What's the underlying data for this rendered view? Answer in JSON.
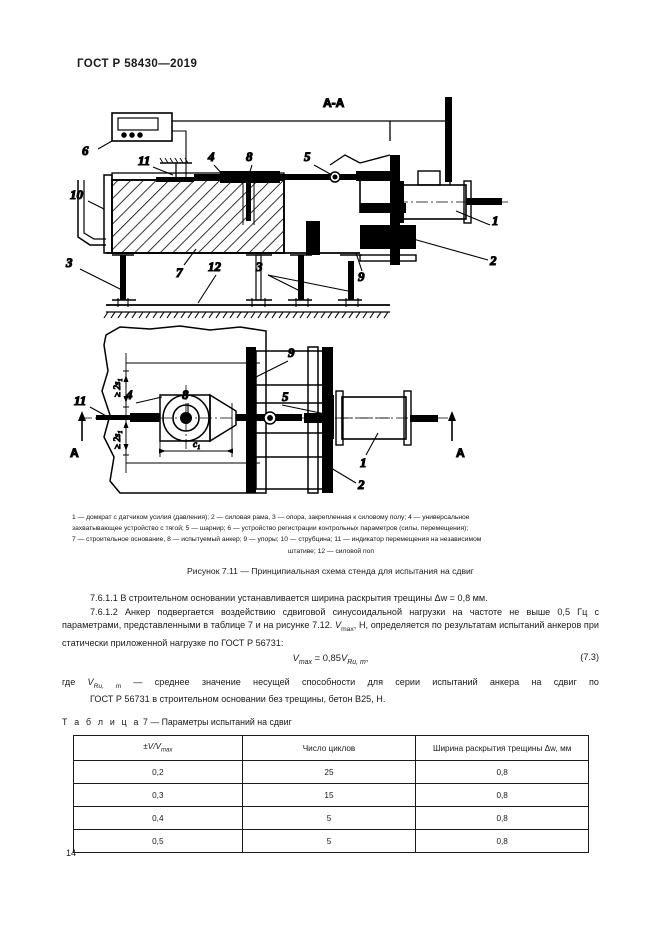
{
  "header": {
    "standard": "ГОСТ Р 58430—2019"
  },
  "figure": {
    "section_label": "A-A",
    "callouts": [
      "1",
      "2",
      "3",
      "4",
      "5",
      "6",
      "7",
      "8",
      "9",
      "10",
      "11",
      "12"
    ],
    "plan_callouts": [
      "1",
      "2",
      "4",
      "5",
      "8",
      "9",
      "11"
    ],
    "section_marks": [
      "A",
      "A"
    ],
    "dimensions": {
      "vertical_upper": "≥ 2s",
      "vertical_upper_sub": "1",
      "vertical_lower": "≥ 2s",
      "vertical_lower_sub": "1",
      "horizontal": "c",
      "horizontal_sub": "1"
    },
    "legend_line1": "1 — домкрат с датчиком усилия (давления); 2 — силовая рама, 3 — опора, закрепленная к силовому полу; 4 — универсальное",
    "legend_line2": "захватывающее устройство с тягой; 5 — шарнир; 6 — устройство регистрации контрольных параметров (силы, перемещения);",
    "legend_line3": "7 — строительное основание, 8 — испытуемый анкер; 9 — упоры; 10 — струбцина; 11 — индикатор перемещения на независимом",
    "legend_line4": "штативе; 12 — силовой поп",
    "title": "Рисунок 7.11 — Принципиальная схема стенда для испытания на сдвиг"
  },
  "body": {
    "p1": "7.6.1.1 В строительном основании устанавливается ширина раскрытия трещины Δw = 0,8 мм.",
    "p2_a": "7.6.1.2 Анкер подвергается воздействию сдвиговой синусоидальной нагрузки на частоте не выше 0,5 Гц с параметрами, представленными в таблице 7 и на рисунке 7.12. ",
    "p2_v": "V",
    "p2_vsub": "max",
    "p2_b": ", Н, определяется по результатам испытаний анкеров при статически приложенной нагрузке по ГОСТ Р 56731:",
    "formula_left": "V",
    "formula_left_sub": "max",
    "formula_eq": " = 0,85",
    "formula_right": "V",
    "formula_right_sub": "Ru, m",
    "formula_comma": ",",
    "formula_number": "(7.3)",
    "where_prefix": "где ",
    "where_symbol": "V",
    "where_symbol_sub": "Ru, m",
    "where_text1": " — среднее значение несущей способности для серии испытаний анкера на сдвиг по",
    "where_text2": "ГОСТ Р 56731 в строительном основании без трещины, бетон В25, Н."
  },
  "table": {
    "caption_prefix": "Т а б л и ц а",
    "caption_rest": " 7 — Параметры испытаний на сдвиг",
    "headers": [
      "±V/Vmax",
      "Число циклов",
      "Ширина раскрытия трещины Δw, мм"
    ],
    "header0_pre": "±V/V",
    "header0_sub": "max",
    "rows": [
      {
        "ratio": "0,2",
        "cycles": "25",
        "crack": "0,8"
      },
      {
        "ratio": "0,3",
        "cycles": "15",
        "crack": "0,8"
      },
      {
        "ratio": "0,4",
        "cycles": "5",
        "crack": "0,8"
      },
      {
        "ratio": "0,5",
        "cycles": "5",
        "crack": "0,8"
      }
    ]
  },
  "footer": {
    "page_number": "14"
  }
}
